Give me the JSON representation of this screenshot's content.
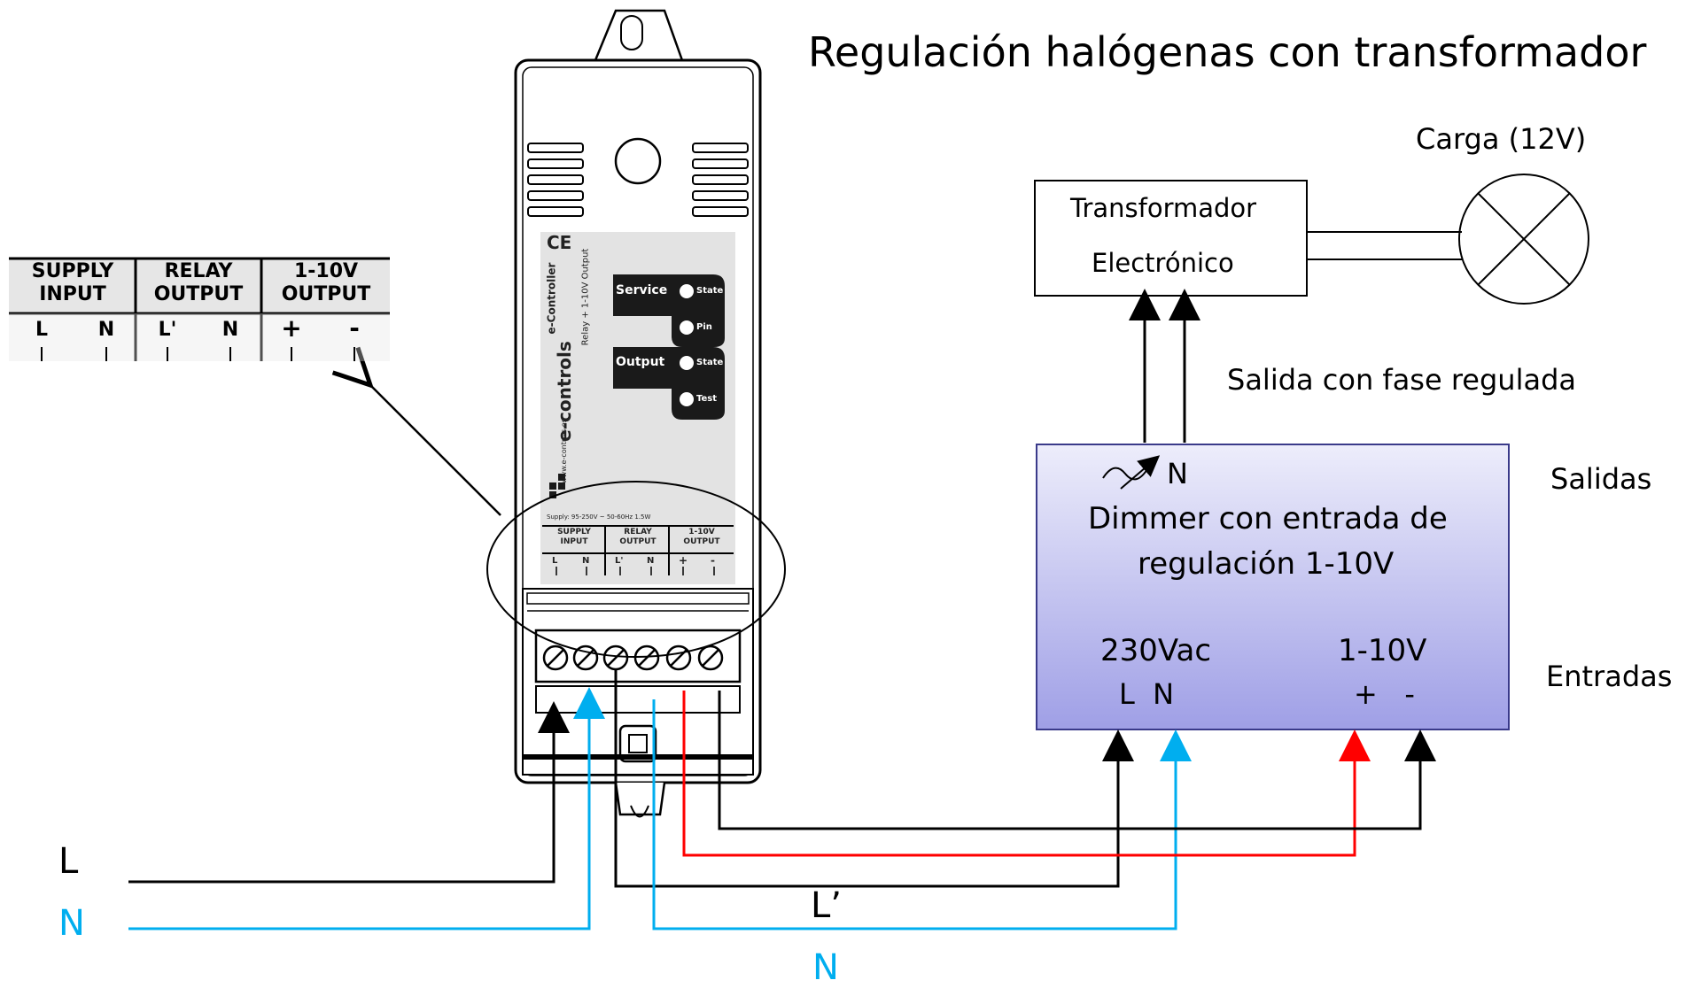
{
  "title": "Regulación halógenas con transformador",
  "load_label": "Carga (12V)",
  "transformer": {
    "line1": "Transformador",
    "line2": "Electrónico"
  },
  "output_phase_label": "Salida con fase regulada",
  "outputs_label": "Salidas",
  "inputs_label": "Entradas",
  "dimmer": {
    "output_n": "N",
    "line1": "Dimmer con entrada de",
    "line2": "regulación 1-10V",
    "input_230": "230Vac",
    "input_ln": "L  N",
    "input_110": "1-10V",
    "input_pm": "+   -"
  },
  "wires": {
    "L": "L",
    "N": "N",
    "L_prime": "L’",
    "N2": "N"
  },
  "terminal_table": {
    "headers": [
      "SUPPLY INPUT",
      "RELAY OUTPUT",
      "1-10V OUTPUT"
    ],
    "terminals": [
      "L",
      "N",
      "L'",
      "N",
      "+",
      "-"
    ]
  },
  "device": {
    "ce": "CE",
    "service": "Service",
    "output": "Output",
    "state": "State",
    "pin": "Pin",
    "test": "Test",
    "brand": "e-controls",
    "model": "e-Controller",
    "model_sub": "Relay + 1-10V Output",
    "website": "www.e-controls.es",
    "supply": "Supply: 95-250V ~ 50-60Hz 1.5W"
  },
  "colors": {
    "neutral_wire": "#00aeef",
    "signal_plus_wire": "#ff0000",
    "line_wire": "#000000",
    "dimmer_top": "#ededfb",
    "dimmer_bottom": "#9f9fe6"
  }
}
